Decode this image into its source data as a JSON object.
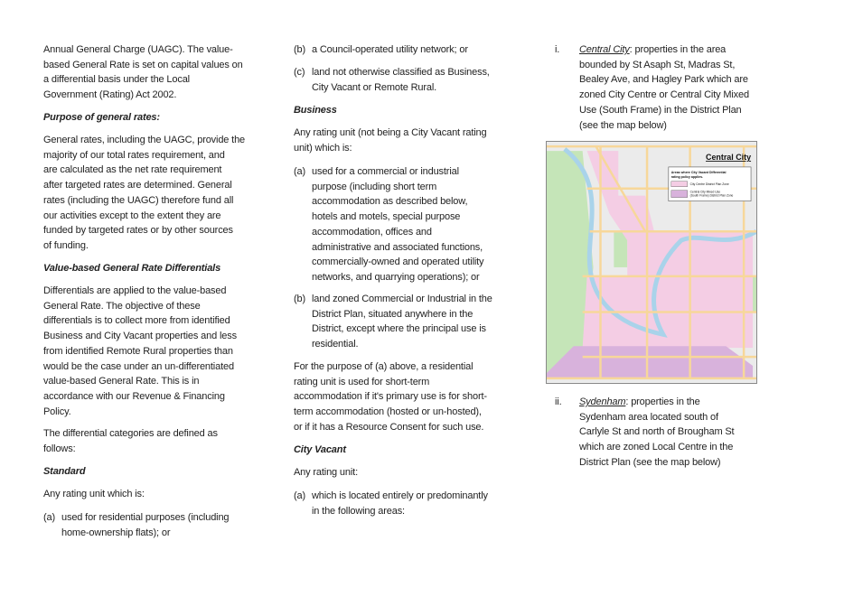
{
  "col1": {
    "p1": "Annual General Charge (UAGC).  The value-\nbased General Rate is set on capital values on\na differential basis under the Local\nGovernment (Rating) Act 2002.",
    "h1": "Purpose of general rates:",
    "p2": "General rates, including the UAGC, provide the\nmajority of our total rates requirement, and\nare calculated as the net rate requirement\nafter targeted rates are determined.  General\nrates (including the UAGC) therefore fund all\nour activities except to the extent they are\nfunded by targeted rates or by other sources\nof funding.",
    "h2": "Value-based General Rate Differentials",
    "p3": "Differentials are applied to the value-based\nGeneral Rate.  The objective of these\ndifferentials is to collect more from identified\nBusiness and City Vacant properties and less\nfrom identified Remote Rural properties than\nwould be the case under an un-differentiated\nvalue-based General Rate.  This is in\naccordance with our Revenue & Financing\nPolicy.",
    "p4": "The differential categories are defined as\nfollows:",
    "h3": "Standard",
    "p5": "Any rating unit which is:",
    "a_label": "(a)",
    "a_text": "used for residential purposes (including\nhome-ownership flats); or"
  },
  "col2": {
    "b_label": "(b)",
    "b_text": "a Council-operated utility network; or",
    "c_label": "(c)",
    "c_text": "land not otherwise classified as Business,\nCity Vacant or Remote Rural.",
    "h_business": "Business",
    "p_business": "Any rating unit (not being a City Vacant rating\nunit) which is:",
    "ba_label": "(a)",
    "ba_text": "used for a commercial or industrial\npurpose (including short term\naccommodation as described below,\nhotels and motels, special purpose\naccommodation, offices and\nadministrative and associated functions,\ncommercially-owned and operated utility\nnetworks, and quarrying operations); or",
    "bb_label": "(b)",
    "bb_text": "land zoned Commercial or Industrial in the\nDistrict Plan, situated anywhere in the\nDistrict, except where the principal use is\nresidential.",
    "p_purpose": "For the purpose of (a) above, a residential\nrating unit is used for short-term\naccommodation if it's primary use is for short-\nterm accommodation (hosted or un-hosted),\nor if it has a Resource Consent for such use.",
    "h_cv": "City Vacant",
    "p_cv": "Any rating unit:",
    "cva_label": "(a)",
    "cva_text": "which is located entirely or predominantly\nin the following areas:"
  },
  "col3": {
    "i_label": "i.",
    "i_title": "Central City",
    "i_text": ":  properties in the area\nbounded by St Asaph St, Madras St,\nBealey Ave, and Hagley Park which are\nzoned City Centre or Central City Mixed\nUse (South Frame) in the District Plan\n(see the map below)",
    "ii_label": "ii.",
    "ii_title": "Sydenham",
    "ii_text": ":  properties in the\nSydenham area located south of\nCarlyle St and north of Brougham St\nwhich are zoned Local Centre in the\nDistrict Plan (see the map below)"
  },
  "map": {
    "title": "Central City",
    "legend_title_1": "Areas where City Vacant Differential",
    "legend_title_2": "rating policy applies.",
    "legend_1": "City Centre District Plan Zone",
    "legend_2a": "Central City Mixed Use",
    "legend_2b": "(South Frame) District Plan Zone",
    "colors": {
      "bg": "#ebebeb",
      "park": "#c5e5b8",
      "pink": "#f4cde4",
      "purple": "#d8b2dc",
      "road": "#f7d79a",
      "river": "#a9d3ea"
    }
  }
}
